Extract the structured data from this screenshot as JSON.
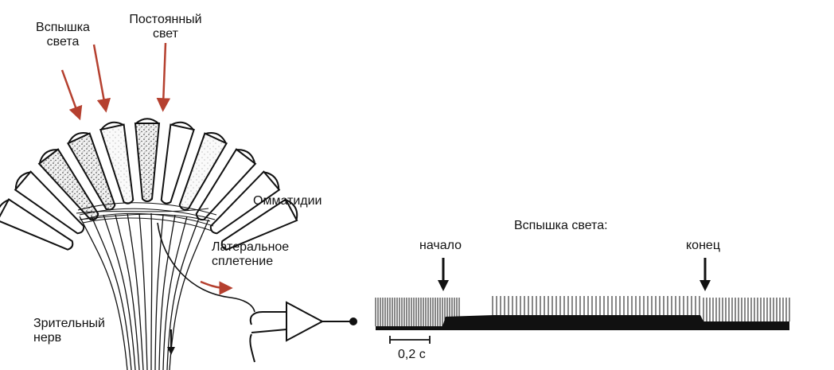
{
  "labels": {
    "flash_light": "Вспышка\nсвета",
    "constant_light": "Постоянный\nсвет",
    "ommatidia": "Омматидии",
    "lateral_plexus": "Латеральное\nсплетение",
    "optic_nerve": "Зрительный\nнерв",
    "recording_title": "Вспышка света:",
    "onset": "начало",
    "offset": "конец",
    "scale_bar": "0,2 с"
  },
  "colors": {
    "arrow_red": "#b5402f",
    "ink": "#111111"
  }
}
